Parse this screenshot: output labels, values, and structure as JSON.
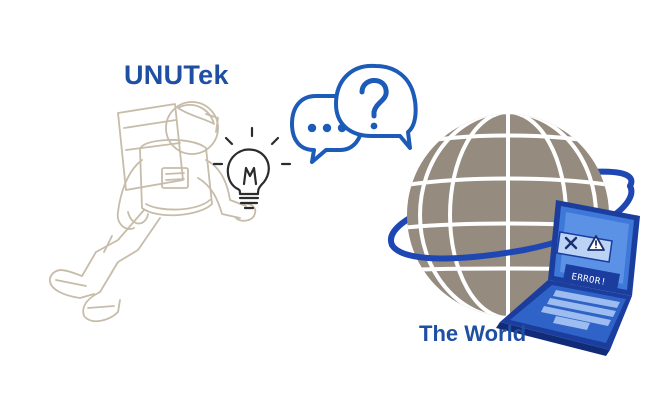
{
  "labels": {
    "source": "UNUTek",
    "destination": "The World",
    "error_badge": "ERROR!"
  },
  "icons": {
    "astronaut": "astronaut-icon",
    "lightbulb": "lightbulb-icon",
    "chat": "chat-bubbles-icon",
    "question": "question-mark-icon",
    "globe": "globe-icon",
    "orbit": "orbit-ring-icon",
    "laptop": "laptop-icon",
    "warning": "warning-icon",
    "close": "close-icon"
  },
  "colors": {
    "text_blue": "#1f4fa3",
    "icon_blue": "#1d5bb8",
    "orbit_blue": "#1f47b3",
    "globe_fill": "#958b7f",
    "astronaut_line": "#c7bca9",
    "laptop_dark": "#1a3d9e",
    "laptop_light": "#3e78d8",
    "screen_light": "#bcd3f6"
  }
}
